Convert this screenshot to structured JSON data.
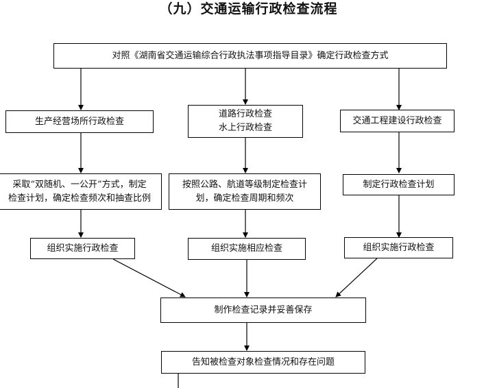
{
  "title": "（九）交通运输行政检查流程",
  "nodes": {
    "top": "对照《湖南省交通运输综合行政执法事项指导目录》确定行政检查方式",
    "left_1": "生产经营场所行政检查",
    "mid_1_line1": "道路行政检查",
    "mid_1_line2": "水上行政检查",
    "right_1": "交通工程建设行政检查",
    "left_2_line1": "采取“双随机、一公开”方式，制定",
    "left_2_line2": "检查计划，确定检查频次和抽查比例",
    "mid_2_line1": "按照公路、航道等级制定检查计",
    "mid_2_line2": "划，确定检查周期和频次",
    "right_2": "制定行政检查计划",
    "left_3": "组织实施行政检查",
    "mid_3": "组织实施相应检查",
    "right_3": "组织实施行政检查",
    "record": "制作检查记录并妥善保存",
    "notify": "告知被检查对象检查情况和存在问题"
  }
}
